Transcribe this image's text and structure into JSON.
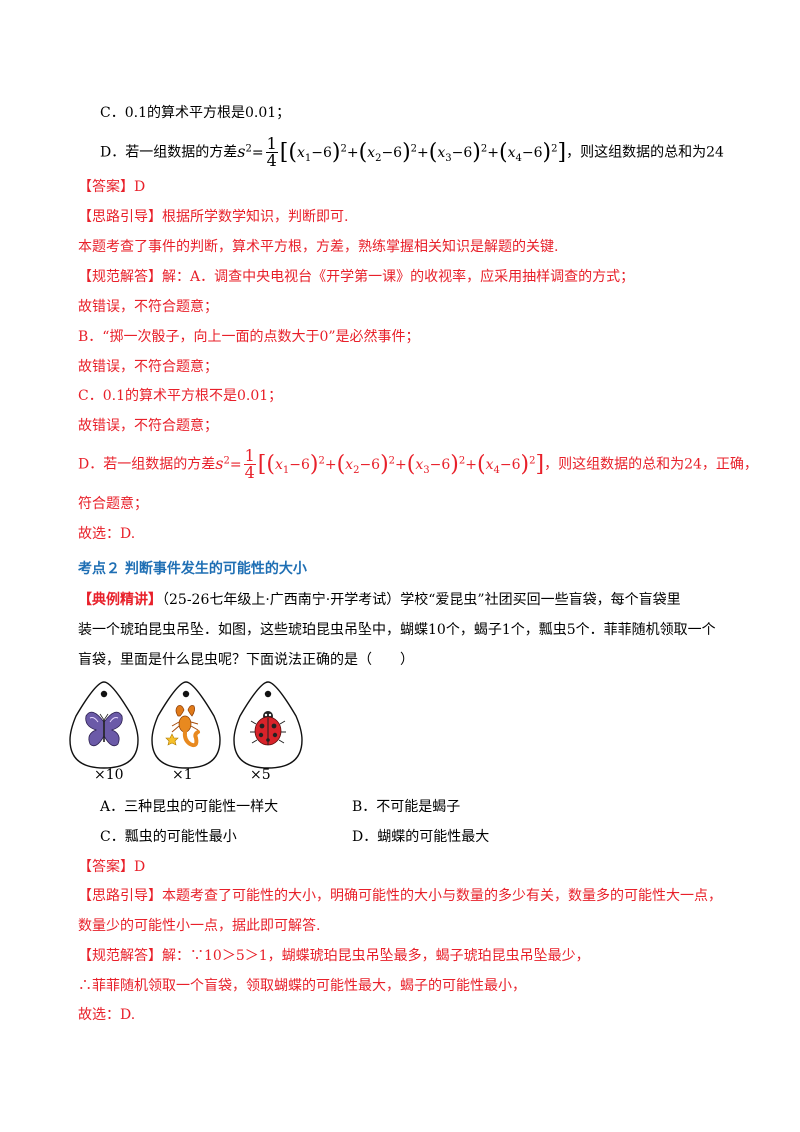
{
  "option_c_top": {
    "letter": "C．",
    "text": "0.1的算术平方根是0.01；"
  },
  "option_d_top": {
    "letter": "D．",
    "pre": "若一组数据的方差",
    "post": "，则这组数据的总和为24"
  },
  "formula": {
    "lhs": "s",
    "sup": "2",
    "eq": "=",
    "num": "1",
    "den": "4",
    "terms": [
      "x",
      "x",
      "x",
      "x"
    ],
    "subs": [
      "1",
      "2",
      "3",
      "4"
    ],
    "minus6": "−6"
  },
  "q1": {
    "answer_tag": "【答案】",
    "answer": "D",
    "hint_tag": "【思路引导】",
    "hint": "根据所学数学知识，判断即可.",
    "summary": "本题考查了事件的判断，算术平方根，方差，熟练掌握相关知识是解题的关键.",
    "solve_tag": "【规范解答】",
    "solve_a": "解：A．调查中央电视台《开学第一课》的收视率，应采用抽样调查的方式；",
    "wrong1": "故错误，不符合题意；",
    "solve_b": "B．“掷一次骰子，向上一面的点数大于0”是必然事件；",
    "wrong2": "故错误，不符合题意；",
    "solve_c": "C．0.1的算术平方根不是0.01；",
    "wrong3": "故错误，不符合题意；",
    "solve_d_pre": "D．若一组数据的方差",
    "solve_d_post": "，则这组数据的总和为24，正确，",
    "fit": "符合题意；",
    "choose": "故选：D."
  },
  "section2_title": "考点２ 判断事件发生的可能性的大小",
  "q2": {
    "example_tag": "【典例精讲】",
    "line1": "（25-26七年级上·广西南宁·开学考试）学校“爱昆虫”社团买回一些盲袋，每个盲袋里",
    "line2": "装一个琥珀昆虫吊坠．如图，这些琥珀昆虫吊坠中，蝴蝶10个，蝎子1个，瓢虫5个．菲菲随机领取一个",
    "line3": "盲袋，里面是什么昆虫呢？下面说法正确的是（　　）",
    "counts": [
      "×10",
      "×1",
      "×5"
    ],
    "options": [
      "A．三种昆虫的可能性一样大",
      "B．不可能是蝎子",
      "C．瓢虫的可能性最小",
      "D．蝴蝶的可能性最大"
    ],
    "answer_tag": "【答案】",
    "answer": "D",
    "hint_tag": "【思路引导】",
    "hint1": "本题考查了可能性的大小，明确可能性的大小与数量的多少有关，数量多的可能性大一点，",
    "hint2": "数量少的可能性小一点，据此即可解答.",
    "solve_tag": "【规范解答】",
    "solve1": "解：∵10＞5＞1，蝴蝶琥珀昆虫吊坠最多，蝎子琥珀昆虫吊坠最少，",
    "solve2": "∴菲菲随机领取一个盲袋，领取蝴蝶的可能性最大，蝎子的可能性最小，",
    "choose": "故选：D."
  },
  "colors": {
    "accent_red": "#e8202a",
    "section_blue": "#1f6fb4"
  },
  "icons": [
    "butterfly-icon",
    "scorpion-icon",
    "ladybug-icon"
  ]
}
